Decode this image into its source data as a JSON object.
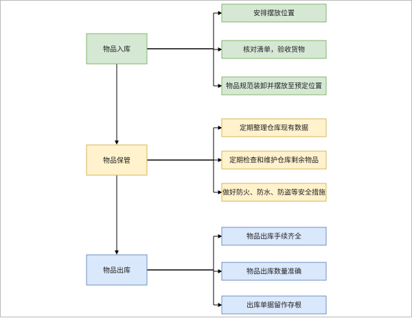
{
  "diagram": {
    "colors": {
      "green_fill": "#d5e8d4",
      "green_stroke": "#82b366",
      "yellow_fill": "#fff2cc",
      "yellow_stroke": "#d6b656",
      "blue_fill": "#dae8fc",
      "blue_stroke": "#6c8ebf",
      "line": "#000000"
    },
    "stages": [
      {
        "id": "stage-inbound",
        "label": "物品入库",
        "theme": "green",
        "tasks": [
          "安排摆放位置",
          "核对清单，验收货物",
          "物品规范装卸并摆放至预定位置"
        ]
      },
      {
        "id": "stage-storage",
        "label": "物品保管",
        "theme": "yellow",
        "tasks": [
          "定期整理仓库现有数据",
          "定期检查和维护仓库剩余物品",
          "做好防火、防水、防盗等安全措施"
        ]
      },
      {
        "id": "stage-outbound",
        "label": "物品出库",
        "theme": "blue",
        "tasks": [
          "物品出库手续齐全",
          "物品出库数量准确",
          "出库单据留作存根"
        ]
      }
    ]
  }
}
